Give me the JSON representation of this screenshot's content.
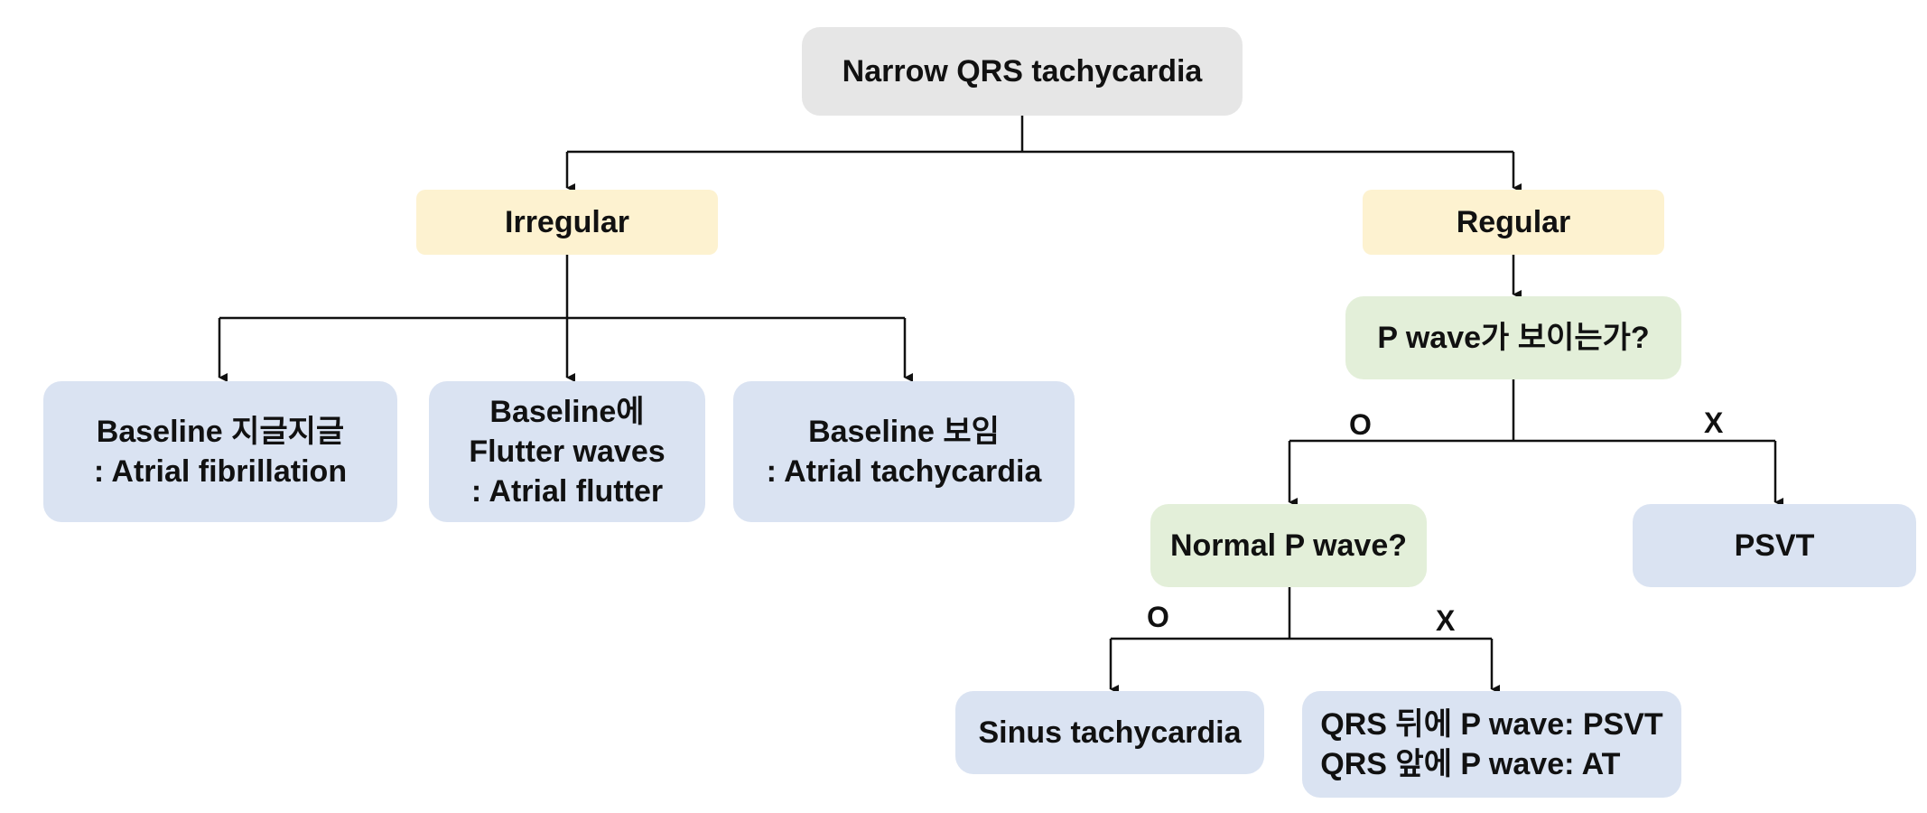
{
  "nodes": {
    "root": {
      "text": "Narrow QRS tachycardia",
      "color": "#e6e6e6"
    },
    "irregular": {
      "text": "Irregular",
      "color": "#fdf2d0"
    },
    "regular": {
      "text": "Regular",
      "color": "#fdf2d0"
    },
    "af": {
      "line1": "Baseline 지글지글",
      "line2": ": Atrial fibrillation",
      "color": "#dae3f2"
    },
    "aflutter": {
      "line1": "Baseline에",
      "line2": "Flutter waves",
      "line3": ": Atrial flutter",
      "color": "#dae3f2"
    },
    "at": {
      "line1": "Baseline 보임",
      "line2": ": Atrial tachycardia",
      "color": "#dae3f2"
    },
    "p_wave_q": {
      "text": "P wave가 보이는가?",
      "color": "#e3efd9"
    },
    "normal_p_q": {
      "text": "Normal P wave?",
      "color": "#e3efd9"
    },
    "psvt": {
      "text": "PSVT",
      "color": "#dae3f2"
    },
    "sinus": {
      "text": "Sinus tachycardia",
      "color": "#dae3f2"
    },
    "qrs_p": {
      "line1": "QRS 뒤에 P wave: PSVT",
      "line2": "QRS 앞에 P wave: AT",
      "color": "#dae3f2"
    }
  },
  "branch_labels": {
    "p_wave_yes": "O",
    "p_wave_no": "X",
    "normal_p_yes": "O",
    "normal_p_no": "X"
  }
}
